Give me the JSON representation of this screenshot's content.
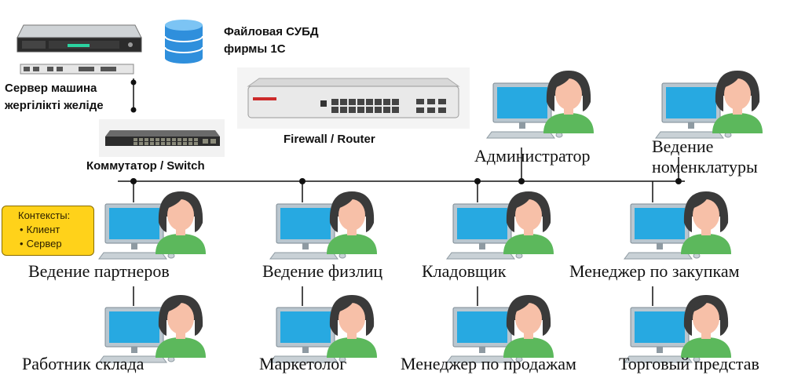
{
  "server": {
    "label_line1": "Сервер машина",
    "label_line2": "жергілікті желіде"
  },
  "database": {
    "label_line1": "Файловая СУБД",
    "label_line2": "фирмы 1С"
  },
  "firewall": {
    "label": "Firewall / Router"
  },
  "switch": {
    "label": "Коммутатор / Switch"
  },
  "contexts": {
    "title": "Контексты:",
    "items": [
      "Клиент",
      "Сервер"
    ]
  },
  "workstations": [
    {
      "label": "Администратор"
    },
    {
      "label_line1": "Ведение",
      "label_line2": "номенклатуры"
    },
    {
      "label": "Ведение партнеров"
    },
    {
      "label": "Ведение физлиц"
    },
    {
      "label": "Кладовщик"
    },
    {
      "label": "Менеджер по закупкам"
    },
    {
      "label": "Работник склада"
    },
    {
      "label": "Маркетолог"
    },
    {
      "label": "Менеджер по продажам"
    },
    {
      "label": "Торговый представ"
    }
  ],
  "colors": {
    "monitor_screen": "#27a9e1",
    "monitor_frame": "#b9c6cf",
    "person_shirt": "#5cb85c",
    "person_hair": "#3a3a3a",
    "skin": "#f7c0a8",
    "contexts_bg": "#ffd21a"
  }
}
